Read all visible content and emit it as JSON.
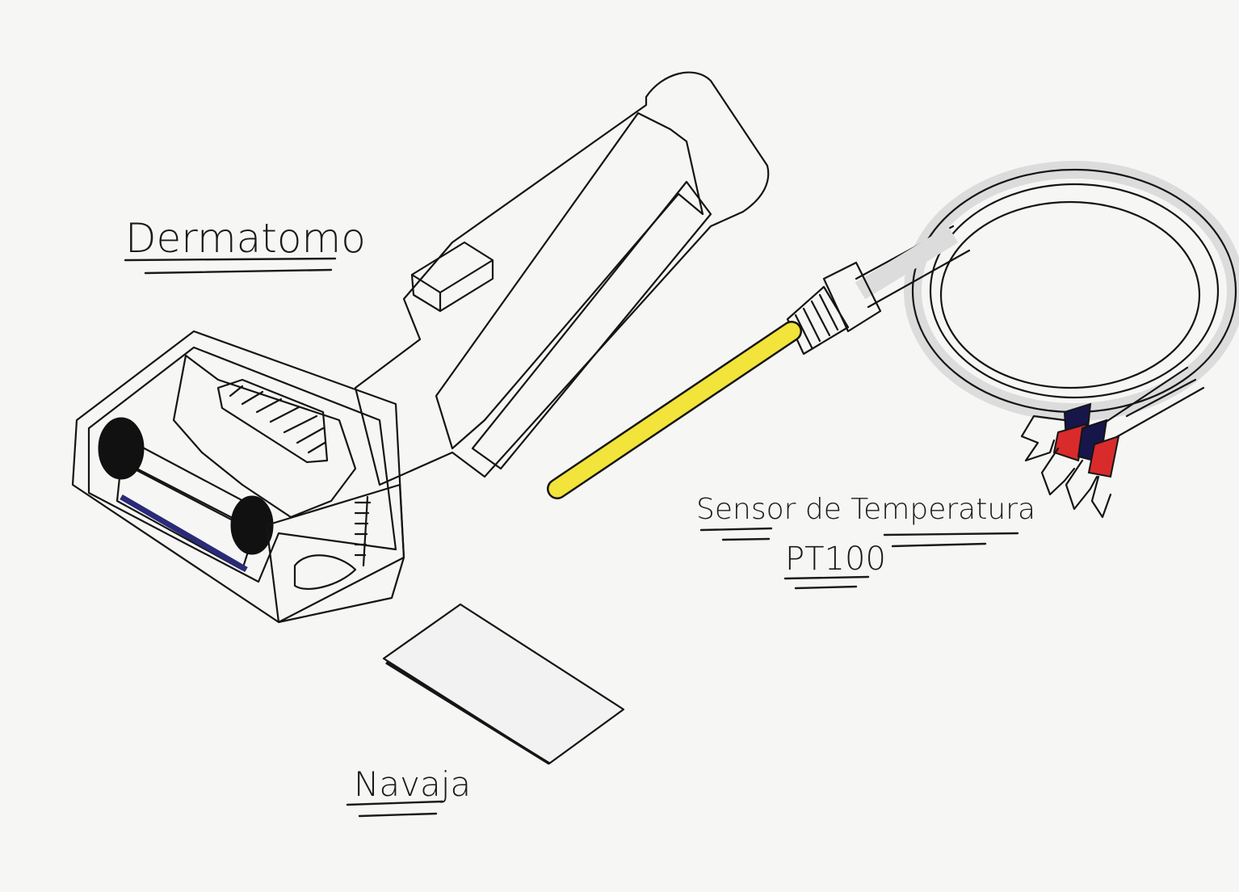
{
  "labels": {
    "dermatome": "Dermatomo",
    "sensor_line1": "Sensor de Temperatura",
    "sensor_line2": "PT100",
    "blade": "Navaja"
  },
  "colors": {
    "paper": "#f6f6f4",
    "ink": "#151515",
    "probe_yellow": "#f2e43a",
    "cable_grey": "#dcdcdc",
    "terminal_navy": "#16164a",
    "terminal_red": "#d92b2b",
    "roller_black": "#111111",
    "blade_blue": "#2a2a7a"
  }
}
